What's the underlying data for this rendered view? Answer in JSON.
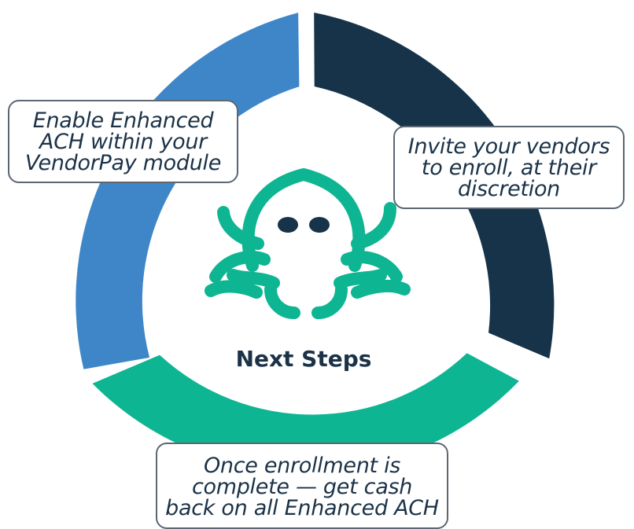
{
  "diagram": {
    "center_label": "Next Steps",
    "steps": [
      "Enable Enhanced ACH within your VendorPay module",
      "Invite your vendors to enroll, at their discretion",
      "Once enrollment is complete — get cash back on all Enhanced ACH"
    ],
    "icon": "octopus-icon"
  },
  "colors": {
    "blue_segment": "#3f86c9",
    "navy_segment": "#16334a",
    "green_segment": "#0eb592",
    "text": "#1b3247",
    "mascot": "#0eb592"
  }
}
